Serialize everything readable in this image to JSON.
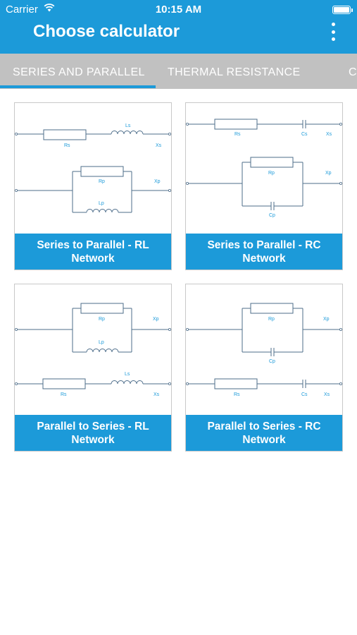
{
  "status_bar": {
    "carrier": "Carrier",
    "time": "10:15 AM"
  },
  "header": {
    "title": "Choose calculator",
    "menu_icon": "more-vert-icon"
  },
  "tabs": [
    {
      "label": "SERIES AND PARALLEL",
      "selected": true
    },
    {
      "label": "THERMAL RESISTANCE",
      "selected": false
    },
    {
      "label": "C",
      "selected": false
    }
  ],
  "colors": {
    "accent": "#1c9ad9",
    "tab_bar": "#c1c1c1"
  },
  "cards": [
    {
      "label": "Series to Parallel - RL Network",
      "labels": {
        "rs": "Rs",
        "ls": "Ls",
        "xs": "Xs",
        "rp": "Rp",
        "lp": "Lp",
        "xp": "Xp"
      }
    },
    {
      "label": "Series to Parallel - RC Network",
      "labels": {
        "rs": "Rs",
        "cs": "Cs",
        "xs": "Xs",
        "rp": "Rp",
        "cp": "Cp",
        "xp": "Xp"
      }
    },
    {
      "label": "Parallel to Series - RL Network",
      "labels": {
        "rp": "Rp",
        "lp": "Lp",
        "xp": "Xp",
        "rs": "Rs",
        "ls": "Ls",
        "xs": "Xs"
      }
    },
    {
      "label": "Parallel to Series - RC Network",
      "labels": {
        "rp": "Rp",
        "cp": "Cp",
        "xp": "Xp",
        "rs": "Rs",
        "cs": "Cs",
        "xs": "Xs"
      }
    }
  ]
}
